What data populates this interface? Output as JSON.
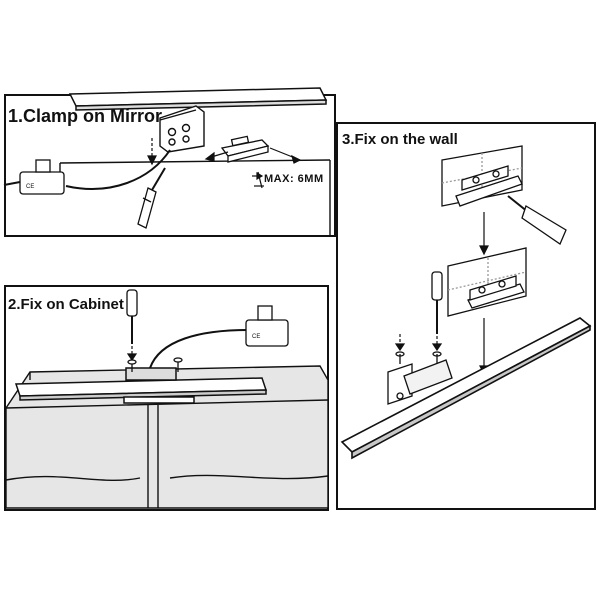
{
  "panels": [
    {
      "step": "1.Clamp on Mirror",
      "note": "MAX: 6MM"
    },
    {
      "step": "2.Fix on Cabinet"
    },
    {
      "step": "3.Fix on the wall"
    }
  ],
  "colors": {
    "line": "#111111",
    "light_bar": "#c8c8c8",
    "cabinet": "#e6e6e6",
    "wall_tile": "#cfcfcf"
  },
  "icons": [
    "screwdriver-icon",
    "screw-icon",
    "driver-box-icon",
    "bracket-icon",
    "arrow-icon"
  ]
}
